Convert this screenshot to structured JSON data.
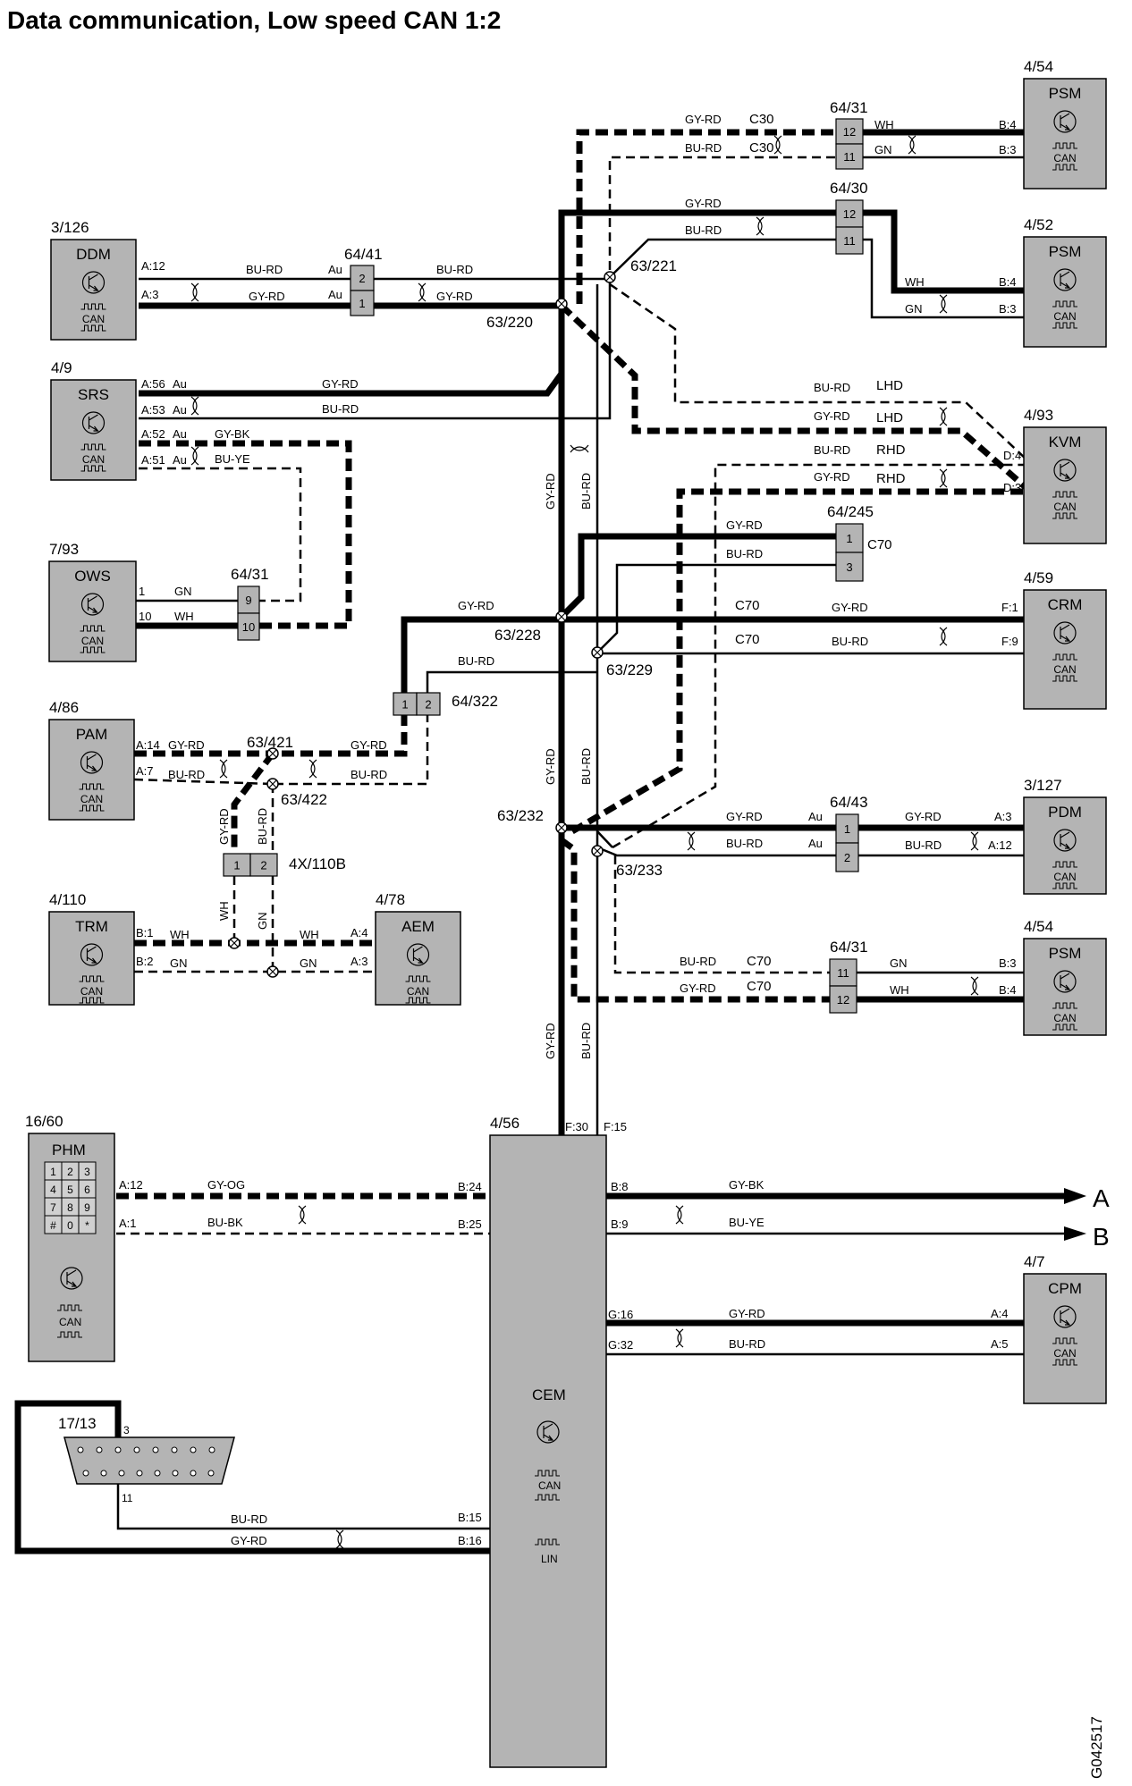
{
  "title": "Data communication, Low speed CAN 1:2",
  "drawing_id": "G042517",
  "colors": {
    "module_fill": "#b4b4b4",
    "line": "#000000"
  },
  "icons": {
    "module": "transistor-icon",
    "signal": "square-wave-icon",
    "twist": "twisted-pair-icon"
  },
  "modules": [
    {
      "key": "psm_top",
      "ref": "4/54",
      "name": "PSM",
      "bus": "CAN"
    },
    {
      "key": "psm_mid",
      "ref": "4/52",
      "name": "PSM",
      "bus": "CAN"
    },
    {
      "key": "ddm",
      "ref": "3/126",
      "name": "DDM",
      "bus": "CAN"
    },
    {
      "key": "srs",
      "ref": "4/9",
      "name": "SRS",
      "bus": "CAN"
    },
    {
      "key": "kvm",
      "ref": "4/93",
      "name": "KVM",
      "bus": "CAN"
    },
    {
      "key": "ows",
      "ref": "7/93",
      "name": "OWS",
      "bus": "CAN"
    },
    {
      "key": "crm",
      "ref": "4/59",
      "name": "CRM",
      "bus": "CAN"
    },
    {
      "key": "pam",
      "ref": "4/86",
      "name": "PAM",
      "bus": "CAN"
    },
    {
      "key": "pdm",
      "ref": "3/127",
      "name": "PDM",
      "bus": "CAN"
    },
    {
      "key": "trm",
      "ref": "4/110",
      "name": "TRM",
      "bus": "CAN"
    },
    {
      "key": "aem",
      "ref": "4/78",
      "name": "AEM",
      "bus": "CAN"
    },
    {
      "key": "psm_bot",
      "ref": "4/54",
      "name": "PSM",
      "bus": "CAN"
    },
    {
      "key": "phm",
      "ref": "16/60",
      "name": "PHM",
      "bus": "CAN"
    },
    {
      "key": "cpm",
      "ref": "4/7",
      "name": "CPM",
      "bus": "CAN"
    },
    {
      "key": "cem",
      "ref": "4/56",
      "name": "CEM",
      "bus": "CAN",
      "bus2": "LIN"
    }
  ],
  "connectors": [
    {
      "key": "c6431a",
      "ref": "64/31",
      "pins": [
        "12",
        "11"
      ]
    },
    {
      "key": "c6430",
      "ref": "64/30",
      "pins": [
        "12",
        "11"
      ]
    },
    {
      "key": "c6441",
      "ref": "64/41",
      "pins": [
        "2",
        "1"
      ]
    },
    {
      "key": "c64245",
      "ref": "64/245",
      "pins": [
        "1",
        "3"
      ]
    },
    {
      "key": "c6431b",
      "ref": "64/31",
      "pins": [
        "9",
        "10"
      ]
    },
    {
      "key": "c64322",
      "ref": "64/322",
      "pins": [
        "1",
        "2"
      ]
    },
    {
      "key": "c4x110b",
      "ref": "4X/110B",
      "pins": [
        "1",
        "2"
      ]
    },
    {
      "key": "c6443",
      "ref": "64/43",
      "pins": [
        "1",
        "2"
      ]
    },
    {
      "key": "c6431c",
      "ref": "64/31",
      "pins": [
        "11",
        "12"
      ]
    }
  ],
  "splices": [
    "63/220",
    "63/221",
    "63/228",
    "63/229",
    "63/421",
    "63/422",
    "63/232",
    "63/233"
  ],
  "dlc": {
    "ref": "17/13",
    "pin_a": "3",
    "pin_b": "11"
  },
  "outputs": [
    "A",
    "B"
  ],
  "labels": {
    "gyrd": "GY-RD",
    "burd": "BU-RD",
    "gn": "GN",
    "wh": "WH",
    "gybk": "GY-BK",
    "buye": "BU-YE",
    "gyog": "GY-OG",
    "bubk": "BU-BK",
    "c30": "C30",
    "c70": "C70",
    "lhd": "LHD",
    "rhd": "RHD",
    "au": "Au",
    "b4": "B:4",
    "b3": "B:3",
    "a12": "A:12",
    "a3": "A:3",
    "a56": "A:56",
    "a53": "A:53",
    "a52": "A:52",
    "a51": "A:51",
    "d4": "D:4",
    "d3": "D:3",
    "one": "1",
    "ten": "10",
    "f1": "F:1",
    "f9": "F:9",
    "a14": "A:14",
    "a7": "A:7",
    "b1": "B:1",
    "b2": "B:2",
    "a4": "A:4",
    "f30": "F:30",
    "f15": "F:15",
    "b24": "B:24",
    "b25": "B:25",
    "b8": "B:8",
    "b9": "B:9",
    "g16": "G:16",
    "g32": "G:32",
    "a5": "A:5",
    "a1": "A:1",
    "b15": "B:15",
    "b16": "B:16"
  },
  "keypad": [
    "1",
    "2",
    "3",
    "4",
    "5",
    "6",
    "7",
    "8",
    "9",
    "#",
    "0",
    "*"
  ]
}
